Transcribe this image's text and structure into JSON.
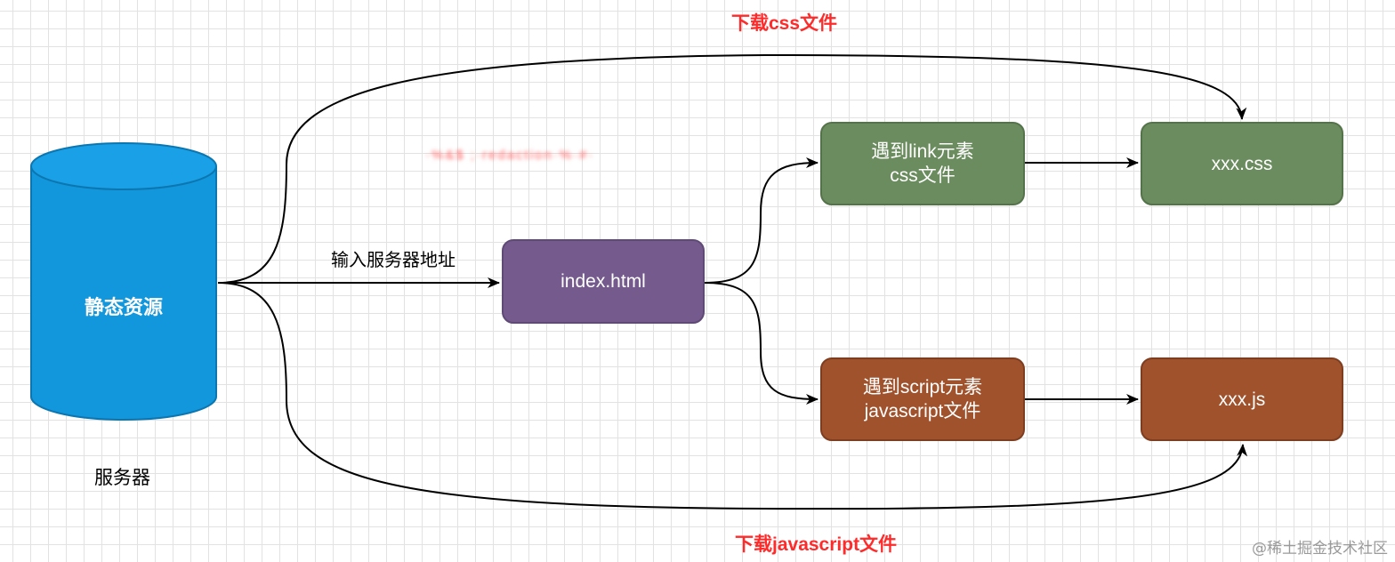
{
  "nodes": {
    "database": {
      "label": "静态资源",
      "color": "#1296dc",
      "stroke": "#0c76b0"
    },
    "server_caption": "服务器",
    "index": {
      "label": "index.html",
      "color": "#755b8d",
      "stroke": "#5f4a75"
    },
    "link": {
      "line1": "遇到link元素",
      "line2": "css文件",
      "color": "#6b8c5e",
      "stroke": "#55734a"
    },
    "css": {
      "label": "xxx.css",
      "color": "#6b8c5e",
      "stroke": "#55734a"
    },
    "script": {
      "line1": "遇到script元素",
      "line2": "javascript文件",
      "color": "#a0522d",
      "stroke": "#7f3d1f"
    },
    "js": {
      "label": "xxx.js",
      "color": "#a0522d",
      "stroke": "#7f3d1f"
    }
  },
  "edges": {
    "input_label": "输入服务器地址",
    "download_css": "下载css文件",
    "download_js": "下载javascript文件",
    "redacted_text": "·%&$ ;·redaction·%·#·"
  },
  "watermark": "@稀土掘金技术社区",
  "colors": {
    "arrow": "#000000",
    "emphasis_label": "#ff2a2a"
  }
}
